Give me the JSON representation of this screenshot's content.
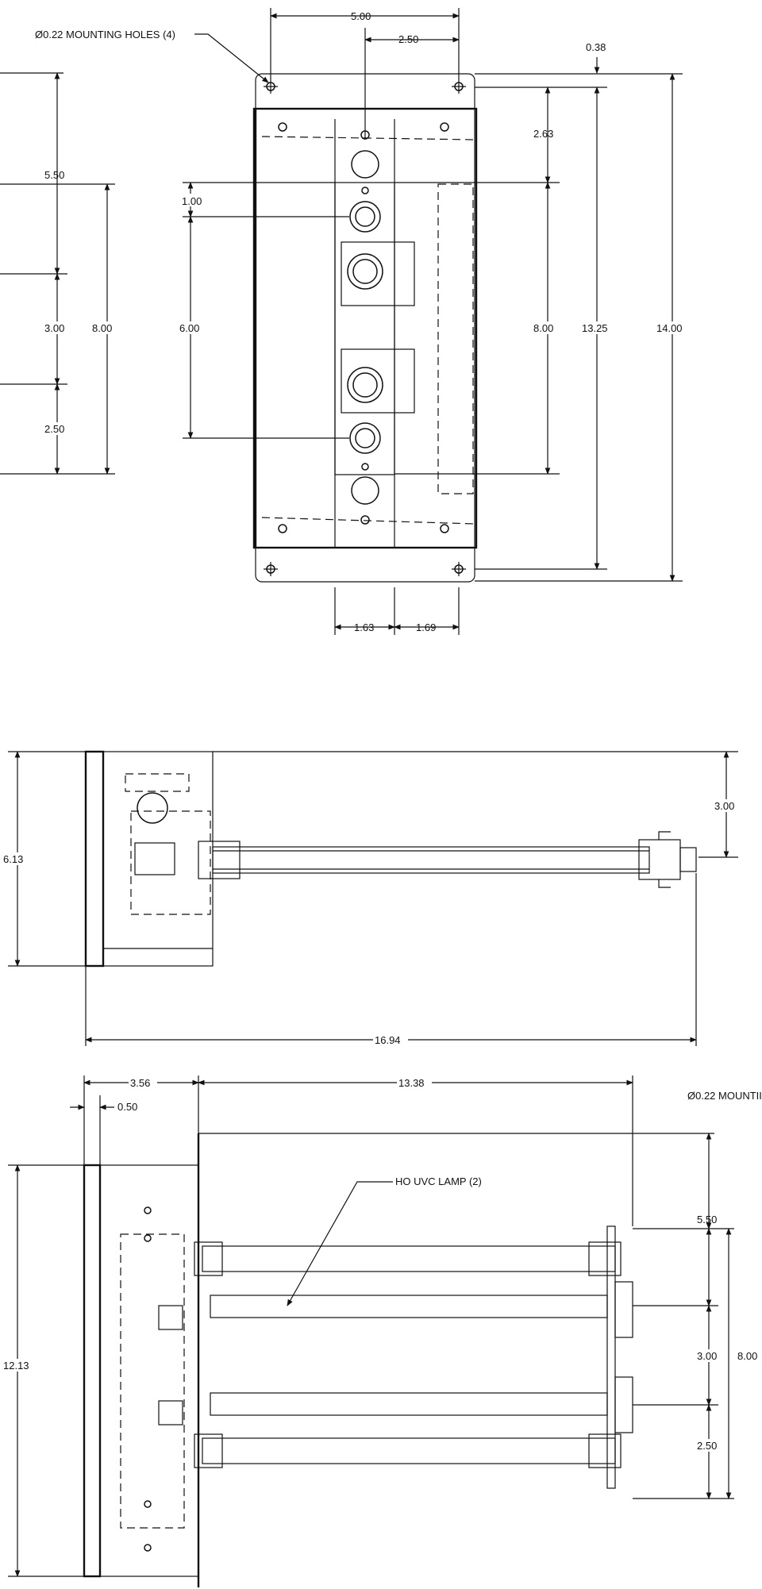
{
  "top_view": {
    "dim_width": "5.00",
    "dim_half": "2.50",
    "dim_top_offset": "0.38",
    "dim_2_63": "2.63",
    "dim_8_00": "8.00",
    "dim_13_25": "13.25",
    "dim_14_00": "14.00",
    "dim_1_00": "1.00",
    "dim_6_00": "6.00",
    "dim_1_63": "1.63",
    "dim_1_69": "1.69",
    "left_5_50": "5.50",
    "left_3_00": "3.00",
    "left_8_00": "8.00",
    "left_2_50": "2.50",
    "holes_note": "Ø0.22 MOUNTING HOLES (4)"
  },
  "side_view": {
    "dim_6_13": "6.13",
    "dim_3_00": "3.00",
    "dim_16_94": "16.94"
  },
  "bottom_view": {
    "dim_3_56": "3.56",
    "dim_0_50": "0.50",
    "dim_13_38": "13.38",
    "dim_12_13": "12.13",
    "dim_5_50": "5.50",
    "dim_3_00": "3.00",
    "dim_8_00": "8.00",
    "dim_2_50": "2.50",
    "lamp_note": "HO UVC LAMP (2)",
    "holes_note_cut": "Ø0.22 MOUNTII"
  }
}
